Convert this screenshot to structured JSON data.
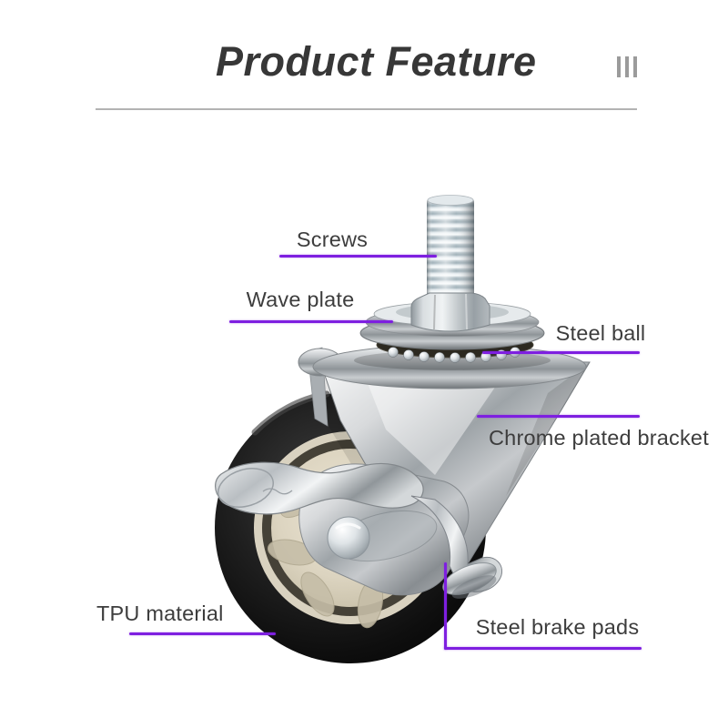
{
  "header": {
    "title": "Product Feature",
    "decoration_icon": "triple-bars"
  },
  "diagram": {
    "accent_color": "#7E1FE0",
    "divider_color": "#B3B3B3",
    "subject_colors": {
      "tire": "#161616",
      "hub": "#DCD4C0",
      "chrome": "#C9CDD0"
    },
    "labels": [
      {
        "id": "screws",
        "text": "Screws"
      },
      {
        "id": "wave-plate",
        "text": "Wave plate"
      },
      {
        "id": "steel-ball",
        "text": "Steel ball"
      },
      {
        "id": "chrome-bracket",
        "text": "Chrome plated bracket"
      },
      {
        "id": "tpu-material",
        "text": "TPU material"
      },
      {
        "id": "brake-pads",
        "text": "Steel brake pads"
      }
    ]
  }
}
